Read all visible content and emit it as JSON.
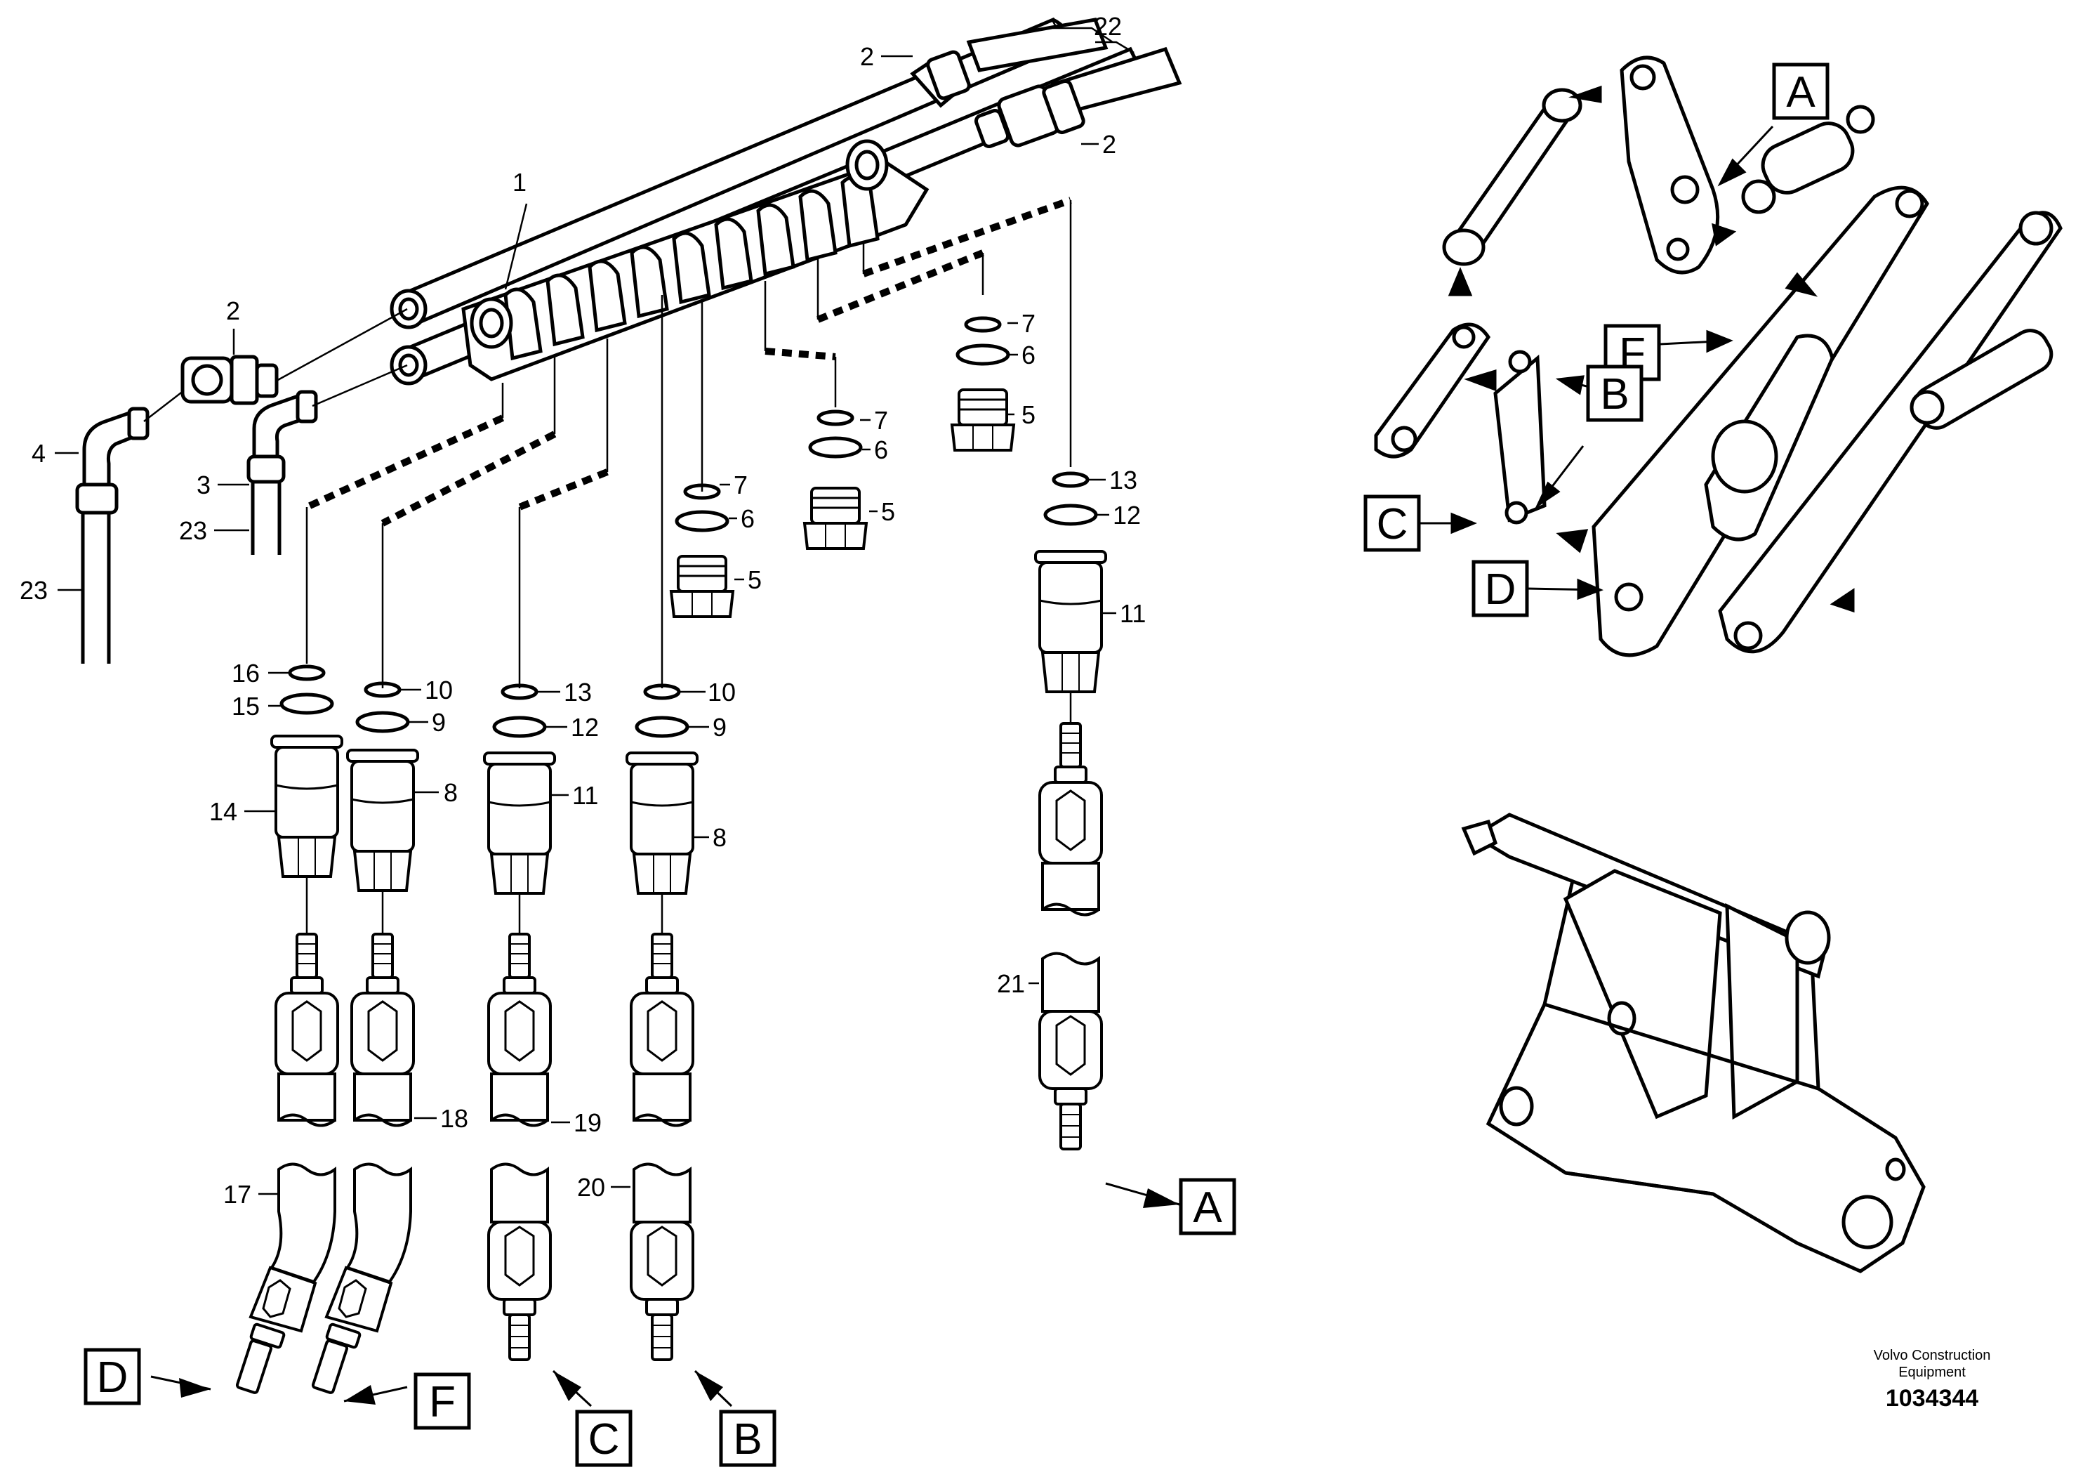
{
  "callouts": {
    "c1": "1",
    "c2": "2",
    "c3": "3",
    "c4": "4",
    "c5": "5",
    "c6": "6",
    "c7": "7",
    "c8": "8",
    "c9": "9",
    "c10": "10",
    "c11": "11",
    "c12": "12",
    "c13": "13",
    "c14": "14",
    "c15": "15",
    "c16": "16",
    "c17": "17",
    "c18": "18",
    "c19": "19",
    "c20": "20",
    "c21": "21",
    "c22": "22",
    "c23": "23"
  },
  "connection_labels": {
    "A": "A",
    "B": "B",
    "C": "C",
    "D": "D",
    "F": "F"
  },
  "footer": {
    "brand_line1": "Volvo Construction",
    "brand_line2": "Equipment",
    "doc_number": "1034344"
  }
}
